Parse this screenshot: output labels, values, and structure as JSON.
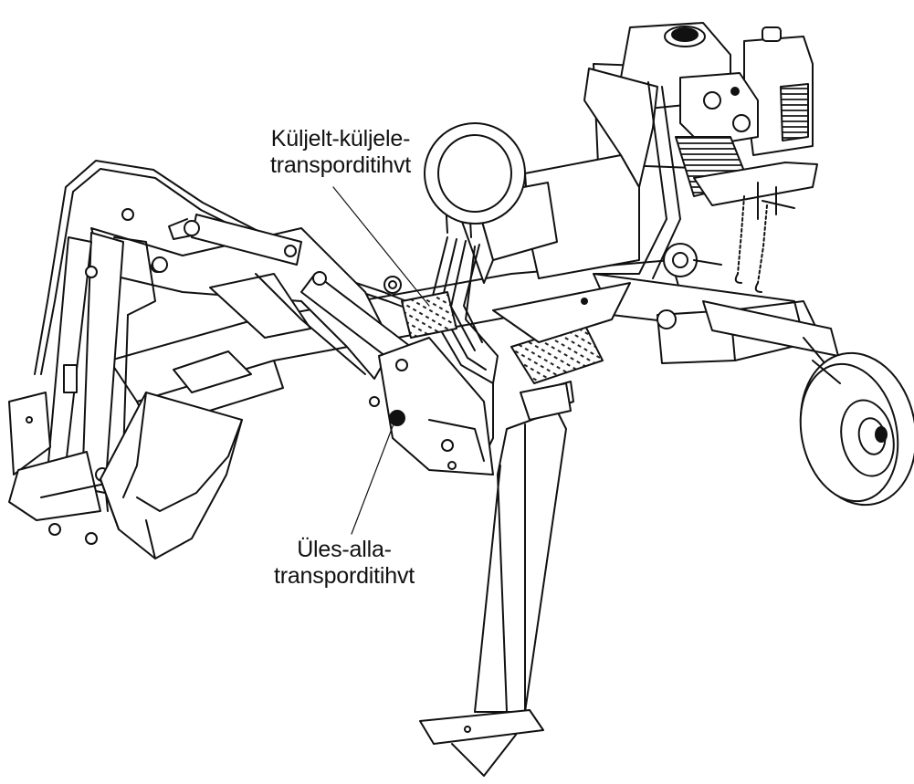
{
  "figure": {
    "subject": "backhoe-attachment-line-drawing",
    "callouts": [
      {
        "id": "side-to-side",
        "lines": [
          "Küljelt-küljele-",
          "transporditihvt"
        ]
      },
      {
        "id": "up-down",
        "lines": [
          "Üles-alla-",
          "transporditihvt"
        ]
      }
    ],
    "colors": {
      "line": "#111111",
      "background": "#ffffff",
      "shade": "#bdbdbd"
    }
  }
}
